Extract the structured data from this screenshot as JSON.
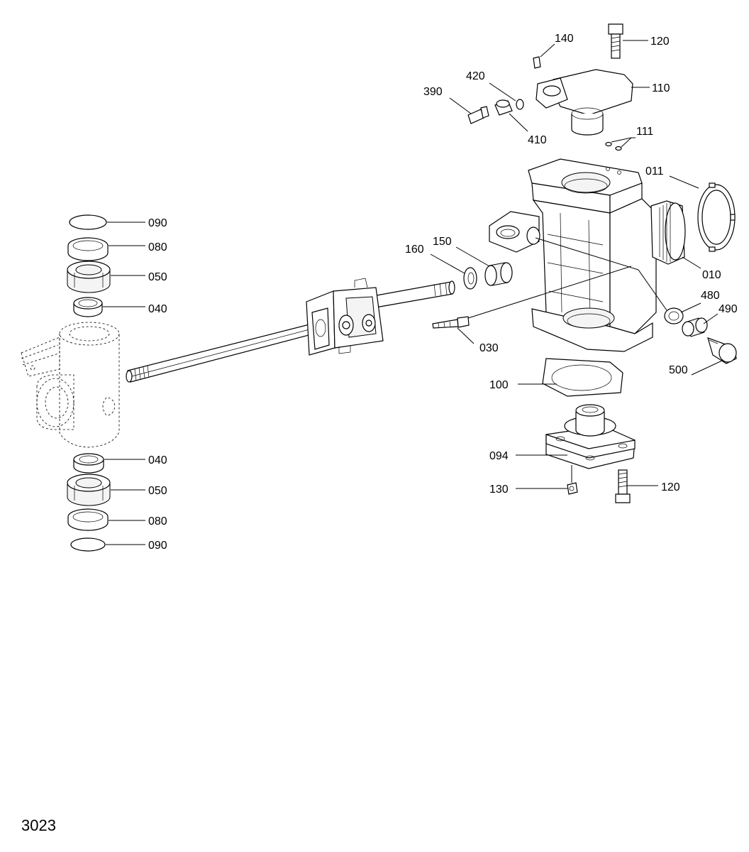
{
  "figure_number": "3023",
  "callouts": [
    {
      "id": "c140a",
      "text": "140"
    },
    {
      "id": "c120a",
      "text": "120"
    },
    {
      "id": "c420",
      "text": "420"
    },
    {
      "id": "c390",
      "text": "390"
    },
    {
      "id": "c110",
      "text": "110"
    },
    {
      "id": "c410",
      "text": "410"
    },
    {
      "id": "c111",
      "text": "111"
    },
    {
      "id": "c011",
      "text": "011"
    },
    {
      "id": "c090a",
      "text": "090"
    },
    {
      "id": "c080a",
      "text": "080"
    },
    {
      "id": "c050a",
      "text": "050"
    },
    {
      "id": "c040a",
      "text": "040"
    },
    {
      "id": "c150",
      "text": "150"
    },
    {
      "id": "c160",
      "text": "160"
    },
    {
      "id": "c010",
      "text": "010"
    },
    {
      "id": "c480",
      "text": "480"
    },
    {
      "id": "c490",
      "text": "490"
    },
    {
      "id": "c030",
      "text": "030"
    },
    {
      "id": "c500",
      "text": "500"
    },
    {
      "id": "c100",
      "text": "100"
    },
    {
      "id": "c094",
      "text": "094"
    },
    {
      "id": "c040b",
      "text": "040"
    },
    {
      "id": "c050b",
      "text": "050"
    },
    {
      "id": "c120b",
      "text": "120"
    },
    {
      "id": "c130",
      "text": "130"
    },
    {
      "id": "c080b",
      "text": "080"
    },
    {
      "id": "c090b",
      "text": "090"
    }
  ]
}
